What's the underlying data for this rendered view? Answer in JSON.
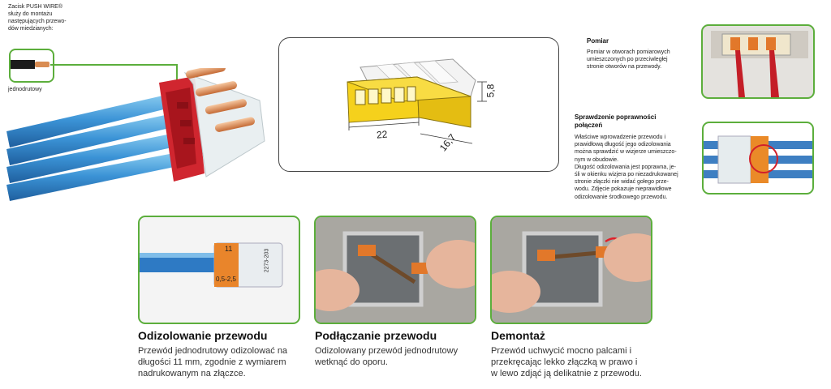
{
  "intro": {
    "line1": "Zacisk PUSH WIRE®",
    "line2": "służy do montażu",
    "line3": "następujących przewo-",
    "line4": "dów miedzianych:",
    "wire_label": "jednodrutowy"
  },
  "drawing": {
    "dim_width": "22",
    "dim_depth": "16,7",
    "dim_height": "5,8"
  },
  "pomiar": {
    "title": "Pomiar",
    "lines": [
      "Pomiar w otworach pomiarowych",
      "umieszczonych po przeciwległej",
      "stronie otworów na przewody."
    ]
  },
  "check": {
    "title1": "Sprawdzenie poprawności",
    "title2": "połączeń",
    "lines": [
      "Właściwe wprowadzenie przewodu i",
      "prawidłową długość jego odizolowania",
      "można sprawdzić w wizjerze umieszczo-",
      "nym w obudowie.",
      "Długość odizolowania jest poprawna, je-",
      "śli w okienku wizjera po niezadrukowanej",
      "stronie złączki nie widać gołego prze-",
      "wodu. Zdjęcie pokazuje nieprawidłowe",
      "odizolowanie środkowego przewodu."
    ]
  },
  "steps": [
    {
      "title": "Odizolowanie przewodu",
      "lines": [
        "Przewód jednodrutowy odizolować na",
        "długości 11 mm, zgodnie z wymiarem",
        "nadrukowanym na złączce."
      ],
      "connector_labels": [
        "11",
        "2273-203",
        "0,5-2,5"
      ]
    },
    {
      "title": "Podłączanie przewodu",
      "lines": [
        "Odizolowany przewód jednodrutowy",
        "wetknąć do oporu."
      ]
    },
    {
      "title": "Demontaż",
      "lines": [
        "Przewód uchwycić mocno palcami i",
        "przekręcając lekko złączką w prawo i",
        "w lewo zdjąć ją delikatnie z przewodu."
      ]
    }
  ]
}
